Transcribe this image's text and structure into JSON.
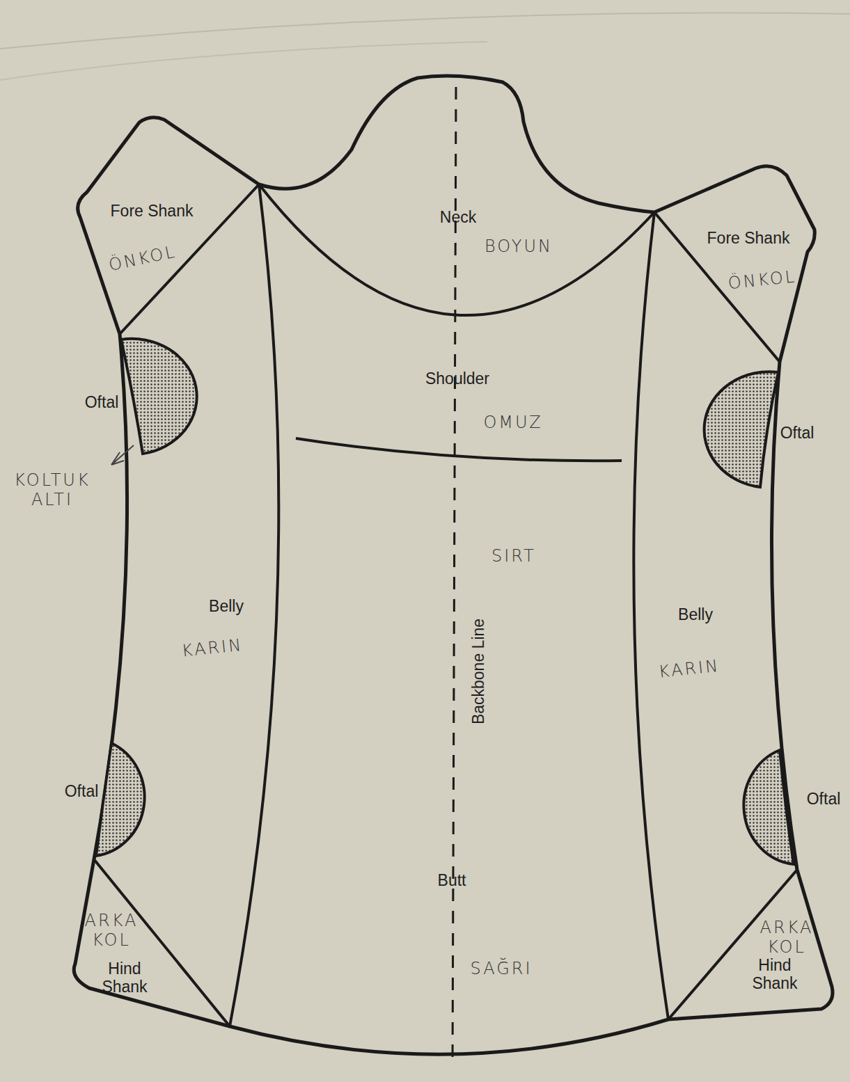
{
  "diagram": {
    "labels": [
      "Fore Shank",
      "ÖNKOL",
      "Neck",
      "BOYUN",
      "Fore Shank",
      "ÖNKOL",
      "Shoulder",
      "OMUZ",
      "Oftal",
      "Oftal",
      "KOLTUK ALTI",
      "SIRT",
      "Belly",
      "KARIN",
      "Belly",
      "KARIN",
      "Backbone Line",
      "Oftal",
      "Oftal",
      "Butt",
      "ARKA KOL",
      "Hind Shank",
      "SAĞRI",
      "ARKA KOL",
      "Hind Shank"
    ]
  }
}
